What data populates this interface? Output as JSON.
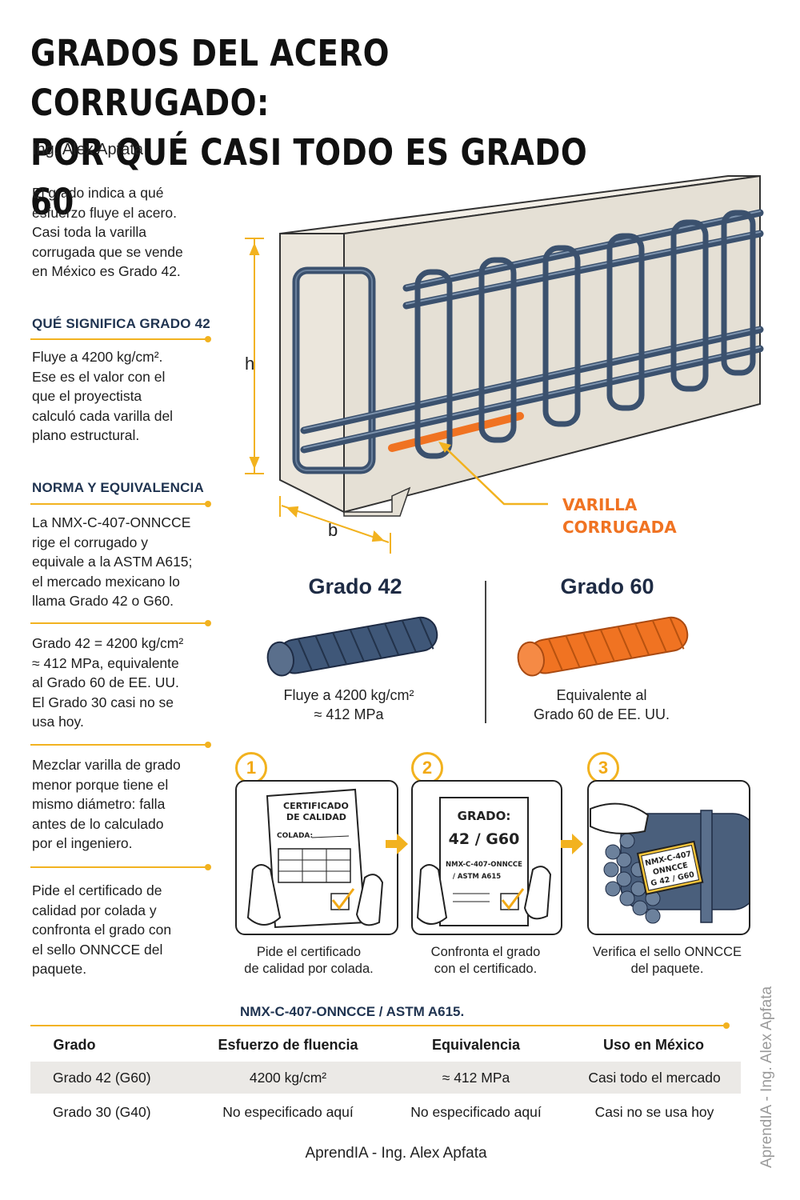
{
  "title": {
    "line1": "GRADOS DEL ACERO CORRUGADO:",
    "line2": "POR QUÉ CASI TODO ES GRADO 60"
  },
  "author": "Ing. Alex Apfata",
  "intro": [
    "El grado indica a qué",
    "esfuerzo fluye el acero.",
    "Casi toda la varilla",
    "corrugada que se vende",
    "en México es Grado 42."
  ],
  "section1": {
    "heading": "QUÉ SIGNIFICA GRADO 42",
    "text": [
      "Fluye a 4200 kg/cm².",
      "Ese es el valor con el",
      "que el proyectista",
      "calculó cada varilla del",
      "plano estructural."
    ]
  },
  "section2": {
    "heading": "NORMA Y EQUIVALENCIA",
    "text": [
      "La NMX-C-407-ONNCCE",
      "rige el corrugado y",
      "equivale a la ASTM A615;",
      "el mercado mexicano lo",
      "llama Grado 42 o G60."
    ]
  },
  "block3": [
    "Grado 42 = 4200 kg/cm²",
    "≈ 412 MPa, equivalente",
    "al Grado 60 de EE. UU.",
    "El Grado 30 casi no se",
    "usa hoy."
  ],
  "block4": [
    "Mezclar varilla de grado",
    "menor porque tiene el",
    "mismo diámetro: falla",
    "antes de lo calculado",
    "por el ingeniero."
  ],
  "block5": [
    "Pide el certificado de",
    "calidad por colada y",
    "confronta el grado con",
    "el sello ONNCCE del",
    "paquete."
  ],
  "beam": {
    "h_label": "h",
    "b_label": "b",
    "callout": [
      "VARILLA",
      "CORRUGADA"
    ]
  },
  "grades": [
    {
      "title": "Grado 42",
      "caption": [
        "Fluye a 4200 kg/cm²",
        "≈ 412 MPa"
      ],
      "color": "#3f5778"
    },
    {
      "title": "Grado 60",
      "caption": [
        "Equivalente al",
        "Grado 60 de EE. UU."
      ],
      "color": "#f07322"
    }
  ],
  "steps": [
    {
      "num": "1",
      "doc": [
        "CERTIFICADO",
        "DE CALIDAD",
        "COLADA:"
      ],
      "caption": [
        "Pide el certificado",
        "de calidad por colada."
      ]
    },
    {
      "num": "2",
      "doc": [
        "GRADO:",
        "42 / G60",
        "NMX-C-407-ONNCCE",
        "/ ASTM A615"
      ],
      "caption": [
        "Confronta el grado",
        "con el certificado."
      ]
    },
    {
      "num": "3",
      "doc": [
        "NMX-C-407",
        "ONNCCE",
        "G 42 / G60"
      ],
      "caption": [
        "Verifica el sello ONNCCE",
        "del paquete."
      ]
    }
  ],
  "table": {
    "title": "NMX-C-407-ONNCCE / ASTM A615.",
    "headers": [
      "Grado",
      "Esfuerzo de fluencia",
      "Equivalencia",
      "Uso en México"
    ],
    "rows": [
      [
        "Grado 42 (G60)",
        "4200 kg/cm²",
        "≈ 412 MPa",
        "Casi todo el mercado"
      ],
      [
        "Grado 30 (G40)",
        "No especificado aquí",
        "No especificado aquí",
        "Casi no se usa hoy"
      ]
    ]
  },
  "footer": "AprendIA - Ing. Alex Apfata",
  "vertical_credit": "AprendIA - Ing. Alex Apfata",
  "colors": {
    "accent": "#f2b21f",
    "navy": "#1f3350",
    "orange": "#f07322",
    "steel": "#3f5778",
    "concrete": "#ebe6dc"
  }
}
